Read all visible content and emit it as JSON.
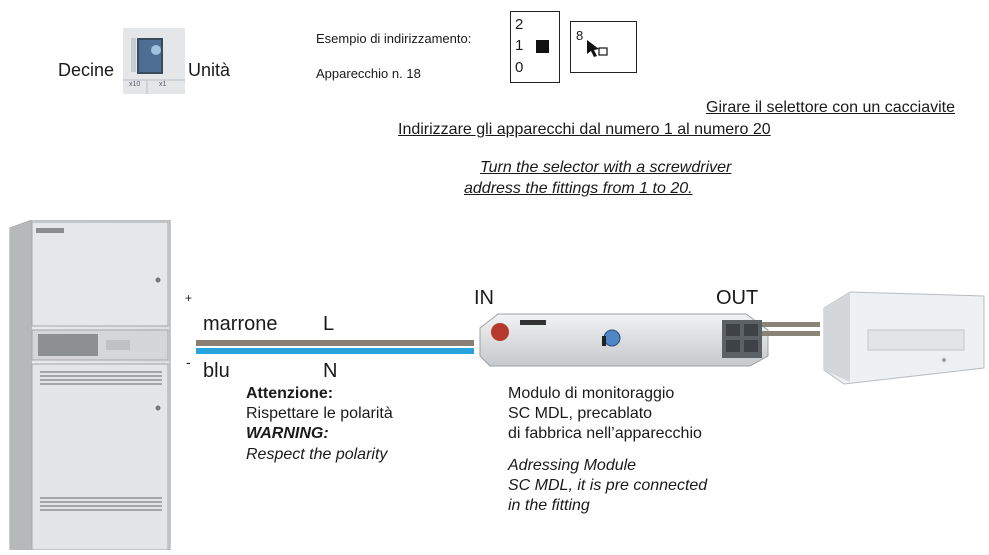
{
  "selector": {
    "left_label": "Decine",
    "right_label": "Unità",
    "dial_tens_label": "x10",
    "dial_units_label": "x1"
  },
  "addressing": {
    "example_label": "Esempio di indirizzamento:",
    "device_label": "Apparecchio n. 18",
    "tens_digits": [
      "2",
      "1",
      "0"
    ],
    "units_digit": "8"
  },
  "instructions": {
    "it_line1": "Girare il selettore con un cacciavite",
    "it_line2": "Indirizzare gli apparecchi dal numero 1 al numero 20",
    "en_line1": "Turn the selector with a screwdriver",
    "en_line2": "address the fittings from 1 to 20."
  },
  "wiring": {
    "plus": "+",
    "minus": "-",
    "brown": "marrone",
    "L": "L",
    "blue": "blu",
    "N": "N",
    "in": "IN",
    "out": "OUT",
    "colors": {
      "brown": "#8a7f74",
      "blue": "#29a3dc"
    }
  },
  "warning": {
    "title_it": "Attenzione:",
    "text_it": "Rispettare le polarità",
    "title_en": "WARNING:",
    "text_en": "Respect the polarity"
  },
  "module": {
    "it_line1": "Modulo di monitoraggio",
    "it_line2": "SC MDL, precablato",
    "it_line3": "di fabbrica nell’apparecchio",
    "en_line1": "Adressing Module",
    "en_line2": "SC MDL, it is pre connected",
    "en_line3": "in the fitting"
  }
}
